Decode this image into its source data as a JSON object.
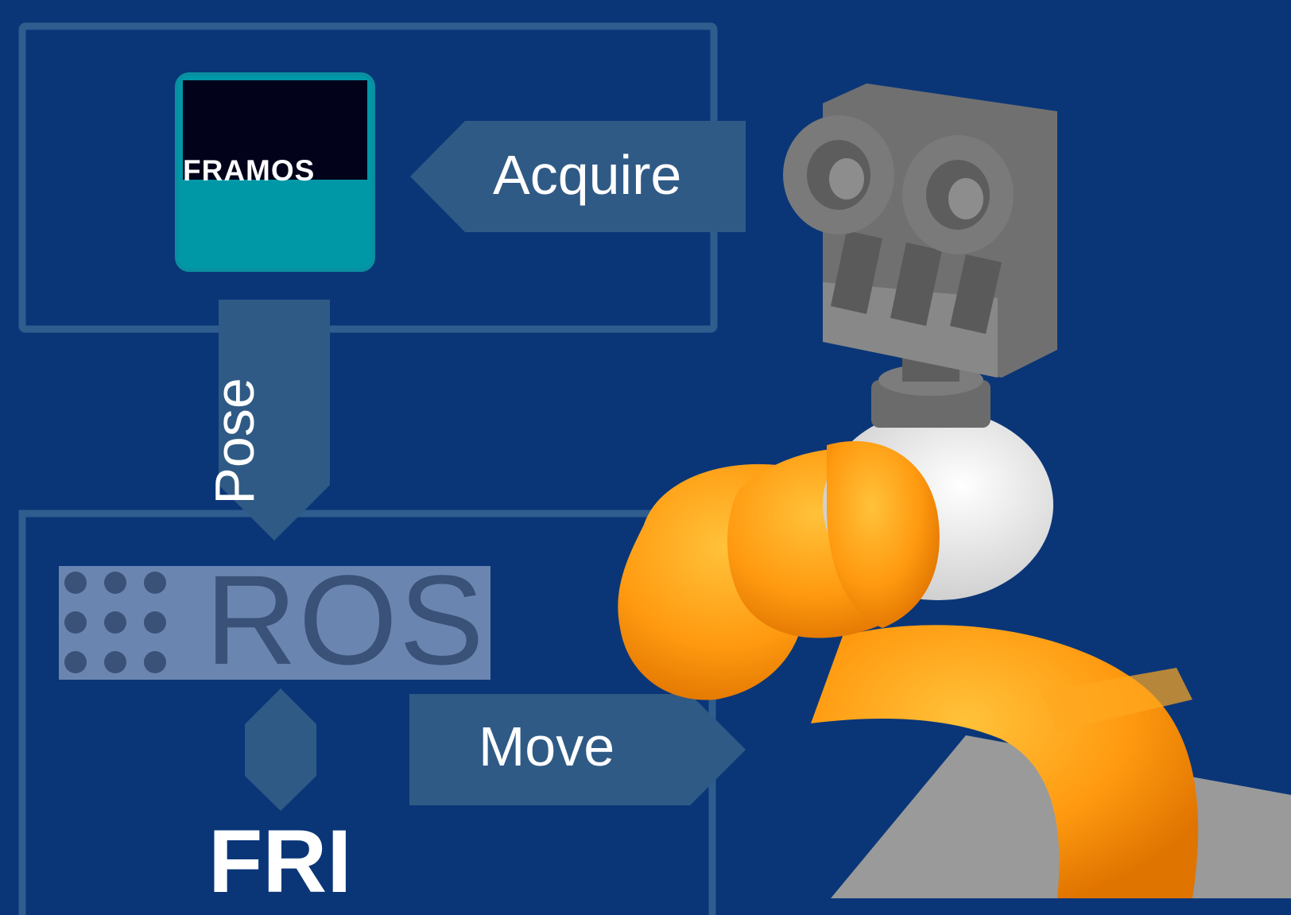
{
  "labels": {
    "acquire": "Acquire",
    "pose": "Pose",
    "move": "Move",
    "fri": "FRI"
  },
  "logos": {
    "framos": "FRAMOS",
    "ros": "ROS"
  },
  "colors": {
    "background": "#0a3678",
    "box_stroke": "#2e5d8e",
    "arrow_fill": "#2f5a85",
    "framos_dark": "#02021a",
    "framos_teal": "#0097a7",
    "ros_block": "#6a86b0",
    "robot_orange": "#ff9a10",
    "robot_white": "#f2f2f2",
    "camera_grey": "#6f6f6f",
    "floor_grey": "#9a9a9a"
  }
}
